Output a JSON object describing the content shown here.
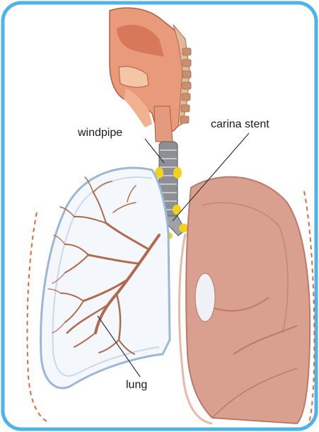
{
  "labels": {
    "windpipe": "windpipe",
    "carina_stent": "carina stent",
    "lung": "lung"
  },
  "colors": {
    "frame": "#4fb3e8",
    "head_tissue": "#e89a7a",
    "head_dark": "#b85a3f",
    "lung_fill": "#d9a08f",
    "lung_shadow": "#b97a6a",
    "pleura_outline": "#9bb7d6",
    "bronchi": "#b06a4f",
    "stent_mark": "#f2d21b",
    "trachea": "#8d8f94",
    "leader_line": "#333333"
  }
}
